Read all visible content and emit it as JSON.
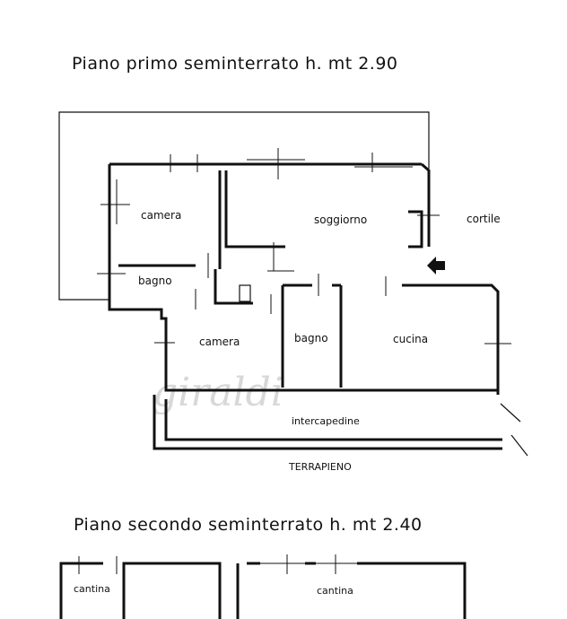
{
  "titles": {
    "floor1": "Piano primo seminterrato  h.  mt 2.90",
    "floor2": "Piano secondo seminterrato  h.  mt 2.40"
  },
  "rooms": {
    "camera_top": "camera",
    "soggiorno": "soggiorno",
    "cortile": "cortile",
    "bagno_left": "bagno",
    "camera_bottom": "camera",
    "bagno_mid": "bagno",
    "cucina": "cucina",
    "intercapedine": "intercapedine",
    "terrapieno": "TERRAPIENO",
    "cantina_left": "cantina",
    "cantina_right": "cantina"
  },
  "watermark": "giraldi"
}
